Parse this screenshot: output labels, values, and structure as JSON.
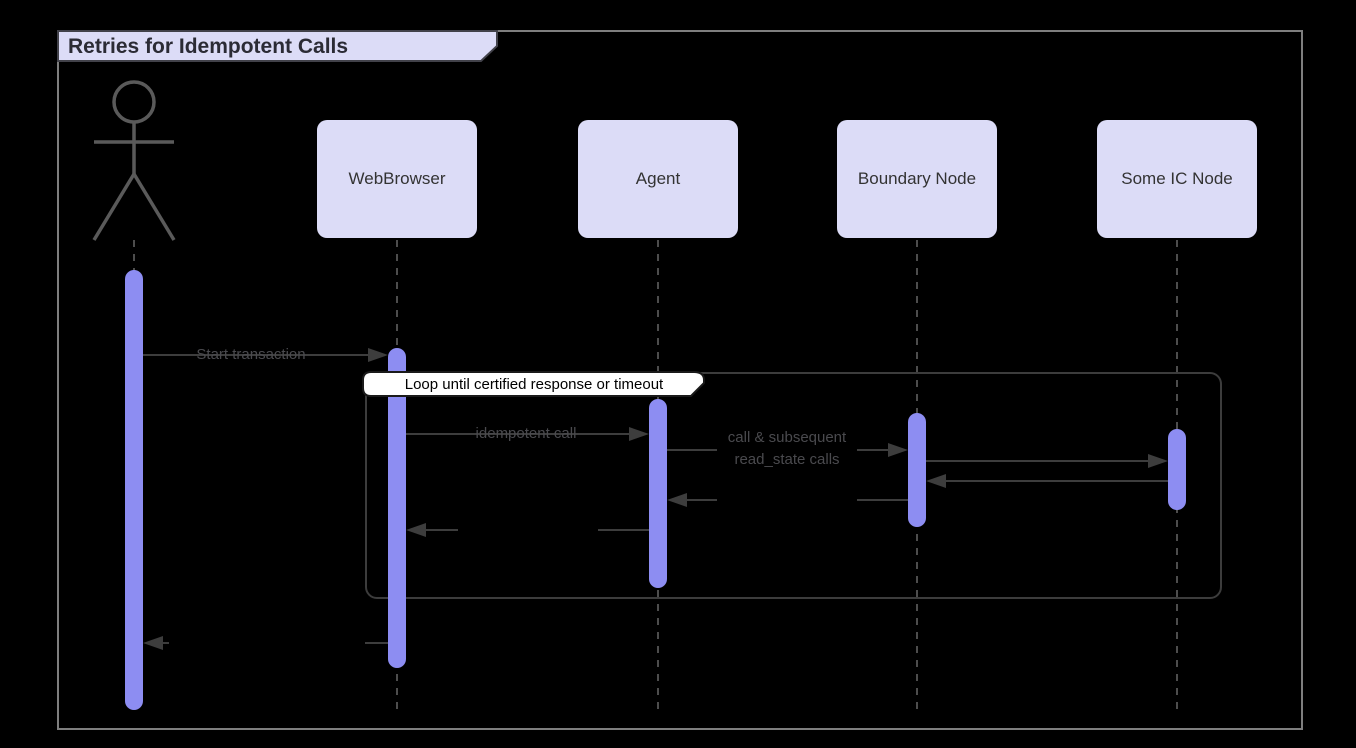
{
  "title": "Retries for Idempotent Calls",
  "loop_label": "Loop until certified response or timeout",
  "participants": [
    {
      "label": "WebBrowser"
    },
    {
      "label": "Agent"
    },
    {
      "label": "Boundary Node"
    },
    {
      "label": "Some IC Node"
    }
  ],
  "messages": [
    {
      "from": "Actor",
      "to": "WebBrowser",
      "label": "Start transaction"
    },
    {
      "from": "WebBrowser",
      "to": "Agent",
      "label": "idempotent call"
    },
    {
      "from": "Agent",
      "to": "Boundary Node",
      "label_line1": "call & subsequent",
      "label_line2": "read_state calls"
    },
    {
      "from": "Boundary Node",
      "to": "Some IC Node",
      "label": ""
    },
    {
      "from": "Some IC Node",
      "to": "Boundary Node",
      "label": ""
    },
    {
      "from": "Boundary Node",
      "to": "Agent",
      "label": ""
    },
    {
      "from": "Agent",
      "to": "WebBrowser",
      "label": ""
    },
    {
      "from": "WebBrowser",
      "to": "Actor",
      "label": ""
    }
  ],
  "colors": {
    "background": "#000000",
    "frame_border": "#7e7e7e",
    "title_fill": "#dcdcf7",
    "title_border": "#42424a",
    "title_text": "#2b2b35",
    "participant_fill": "#dcdcf7",
    "participant_text": "#333333",
    "activation_fill": "#8d8df2",
    "lifeline": "#4d4d4d",
    "line": "#3d3d3d",
    "message_text": "#4a4a4e",
    "loop_border": "#3c3c3c",
    "loop_label_fill": "#ffffff",
    "loop_label_border": "#1a1a1a",
    "actor_stroke": "#5a5a5a"
  }
}
